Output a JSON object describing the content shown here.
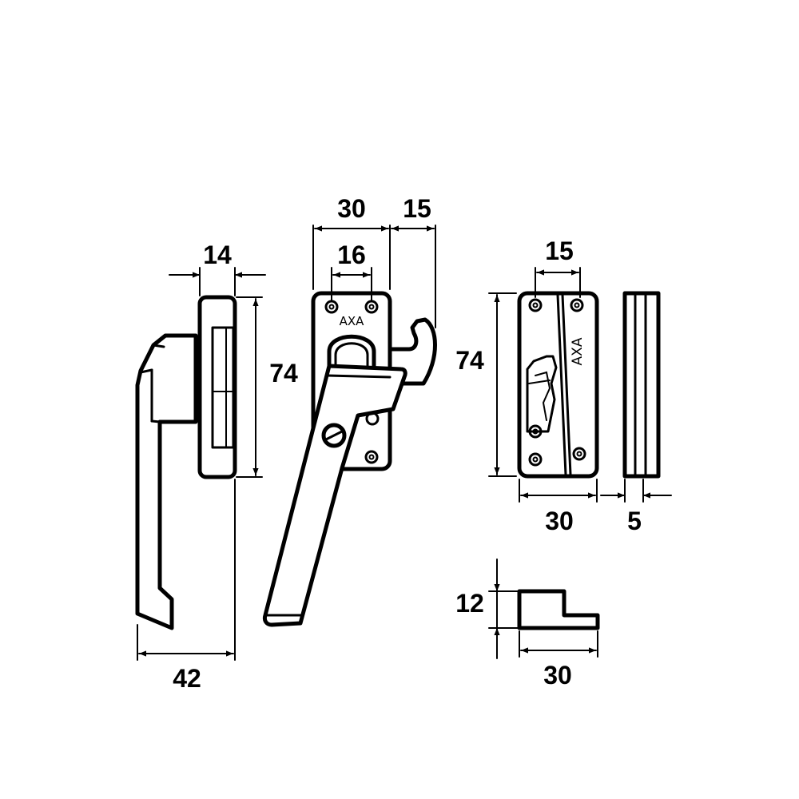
{
  "brand": "AXA",
  "colors": {
    "line": "#000000",
    "background": "#ffffff"
  },
  "dimensions": {
    "handle_side_width": "14",
    "handle_side_height": "74",
    "handle_side_depth": "42",
    "handle_front_width": "30",
    "handle_front_hole_spacing": "16",
    "handle_front_hook": "15",
    "keep_width": "30",
    "keep_height": "74",
    "keep_hole_spacing": "15",
    "keep_side_thickness": "5",
    "spacer_height": "12",
    "spacer_width": "30"
  }
}
